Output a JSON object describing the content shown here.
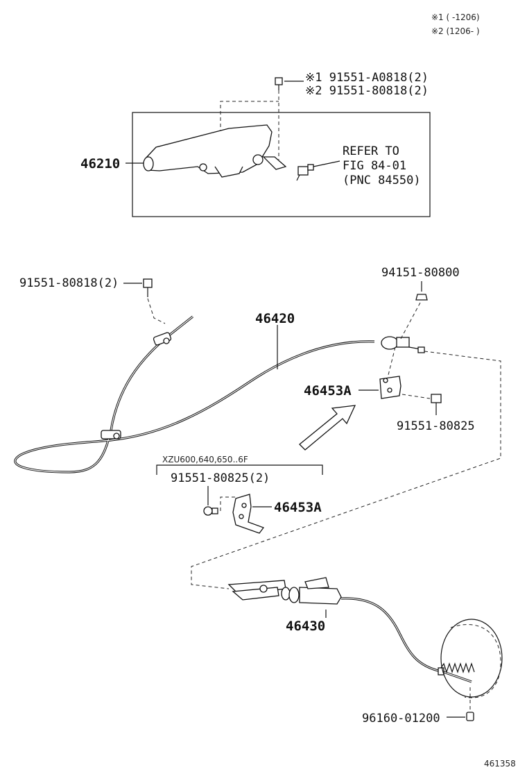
{
  "legend": {
    "note1": "※1 (    -1206)",
    "note2": "※2 (1206-    )"
  },
  "labels": {
    "bolt_top_1": "※1 91551-A0818(2)",
    "bolt_top_2": "※2 91551-80818(2)",
    "lever": "46210",
    "refer_1": "REFER TO",
    "refer_2": "FIG 84-01",
    "refer_3": "(PNC 84550)",
    "bolt_left": "91551-80818(2)",
    "nut_right": "94151-80800",
    "cable_front": "46420",
    "bracket_1": "46453A",
    "bolt_bracket": "91551-80825",
    "variant": "XZU600,640,650..6F",
    "bolt_bracket_2": "91551-80825(2)",
    "bracket_2": "46453A",
    "cable_rear": "46430",
    "clip": "96160-01200",
    "figure_id": "461358"
  }
}
